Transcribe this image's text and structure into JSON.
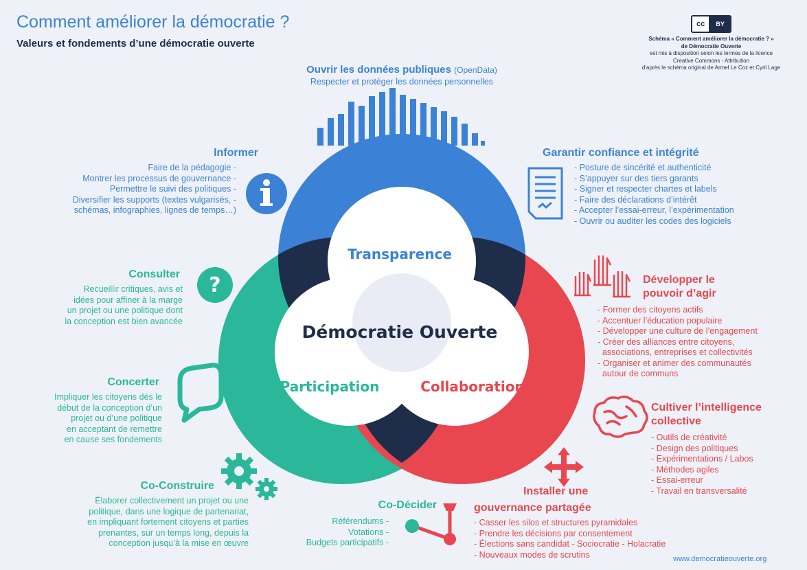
{
  "header": {
    "title": "Comment améliorer la démocratie ?",
    "subtitle": "Valeurs et fondements d’une démocratie ouverte"
  },
  "license": {
    "badge_left": "cc",
    "badge_right": "BY",
    "lines": [
      "Schéma « Comment améliorer la démocratie ? »",
      "de Démocratie Ouverte",
      "est mis à disposition selon les termes de la licence",
      "Creative Commons - Attribution",
      "d’après le schéma original de Armel Le Coz et Cyril Lage"
    ]
  },
  "colors": {
    "blue": "#3b82d6",
    "teal": "#2bb79a",
    "red": "#e8474f",
    "navy": "#1e2d4a",
    "background": "#eef2f8"
  },
  "diagram": {
    "center_label": "Démocratie Ouverte",
    "circles": {
      "transparence": "Transparence",
      "participation": "Participation",
      "collaboration": "Collaboration"
    }
  },
  "opendata": {
    "title": "Ouvrir les données publiques",
    "title_suffix": "(OpenData)",
    "subtitle": "Respecter et protéger les données personnelles",
    "icon": "bar-chart-icon"
  },
  "informer": {
    "title": "Informer",
    "icon": "info-icon",
    "lines": [
      "Faire de la pédagogie -",
      "Montrer les processus de gouvernance -",
      "Permettre le suivi des politiques -",
      "Diversifier les supports (textes vulgarisés, -",
      "schémas, infographies, lignes de temps…)"
    ]
  },
  "confiance": {
    "title": "Garantir confiance et intégrité",
    "icon": "document-icon",
    "lines": [
      "- Posture de sincérité et authenticité",
      "- S’appuyer sur des tiers garants",
      "- Signer et respecter chartes et labels",
      "- Faire des déclarations d’intérêt",
      "- Accepter l’essai-erreur, l’expérimentation",
      "- Ouvrir ou auditer les codes des logiciels"
    ]
  },
  "consulter": {
    "title": "Consulter",
    "icon": "question-icon",
    "lines": [
      "Recueillir critiques, avis et",
      "idées pour affiner à la marge",
      "un projet ou une politique dont",
      "la conception est bien avancée"
    ]
  },
  "pouvoir": {
    "title_line1": "Développer le",
    "title_line2": "pouvoir d’agir",
    "icon": "raised-hands-icon",
    "lines": [
      "- Former des citoyens actifs",
      "- Accentuer l’éducation populaire",
      "- Développer une culture de l’engagement",
      "- Créer des alliances entre citoyens,",
      "  associations, entreprises et collectivités",
      "- Organiser et animer des communautés",
      "  autour de communs"
    ]
  },
  "concerter": {
    "title": "Concerter",
    "icon": "speech-bubble-icon",
    "lines": [
      "Impliquer les citoyens dès le",
      "début de la conception d’un",
      "projet ou d’une politique",
      "en acceptant de remettre",
      "en cause ses fondements"
    ]
  },
  "intelligence": {
    "title_line1": "Cultiver l’intelligence",
    "title_line2": "collective",
    "icon": "brain-icon",
    "lines": [
      "- Outils de créativité",
      "- Design des politiques",
      "- Expérimentations / Labos",
      "- Méthodes agiles",
      "- Essai-erreur",
      "- Travail en transversalité"
    ]
  },
  "coconstruire": {
    "title": "Co-Construire",
    "icon": "gears-icon",
    "lines": [
      "Élaborer collectivement un projet ou une",
      "politique, dans une logique de partenariat,",
      "en impliquant fortement citoyens et parties",
      "prenantes, sur un temps long, depuis la",
      "conception jusqu’à la mise en œuvre"
    ]
  },
  "codecider": {
    "title": "Co-Décider",
    "icon": "joystick-icon",
    "lines": [
      "Référendums -",
      "Votations -",
      "Budgets participatifs -"
    ]
  },
  "gouvernance": {
    "title_line1": "Installer une",
    "title_line2": "gouvernance partagée",
    "icon": "move-arrows-icon",
    "lines": [
      "- Casser les silos et structures pyramidales",
      "- Prendre les décisions par consentement",
      "- Élections sans candidat - Sociocratie - Holacratie",
      "- Nouveaux modes de scrutins"
    ]
  },
  "footer": {
    "website": "www.democratieouverte.org"
  }
}
